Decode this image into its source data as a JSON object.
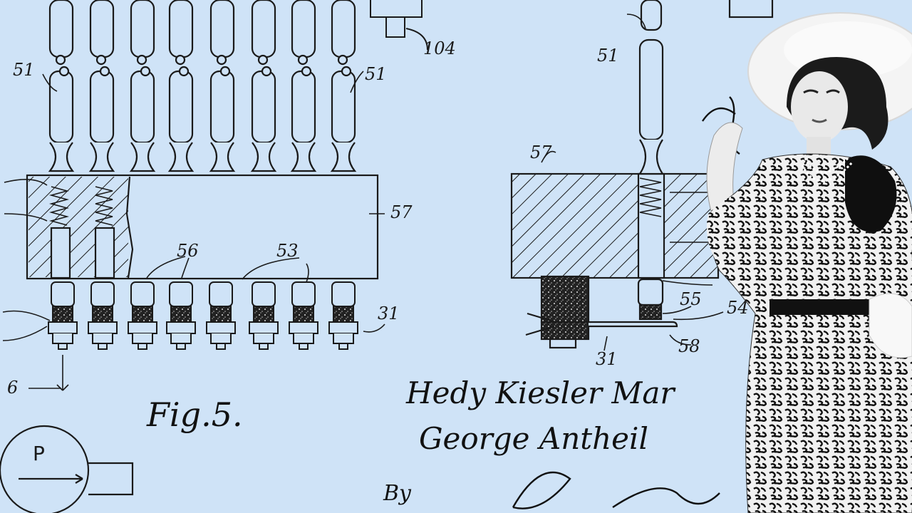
{
  "figure": {
    "caption": "Fig.5.",
    "part_labels": {
      "pin": "51",
      "block": "57",
      "lead": "56",
      "tip": "53",
      "contact": "55",
      "insulator": "54",
      "base": "31",
      "plate": "58",
      "magnet": "104",
      "arrow": "6",
      "pump": "P"
    }
  },
  "signatures": {
    "inventor_1": "Hedy Kiesler Mar",
    "inventor_2": "George Antheil",
    "by": "By"
  },
  "colors": {
    "background": "#cfe3f7",
    "ink": "#1a1a1a",
    "photo_bg": "#ffffff"
  }
}
